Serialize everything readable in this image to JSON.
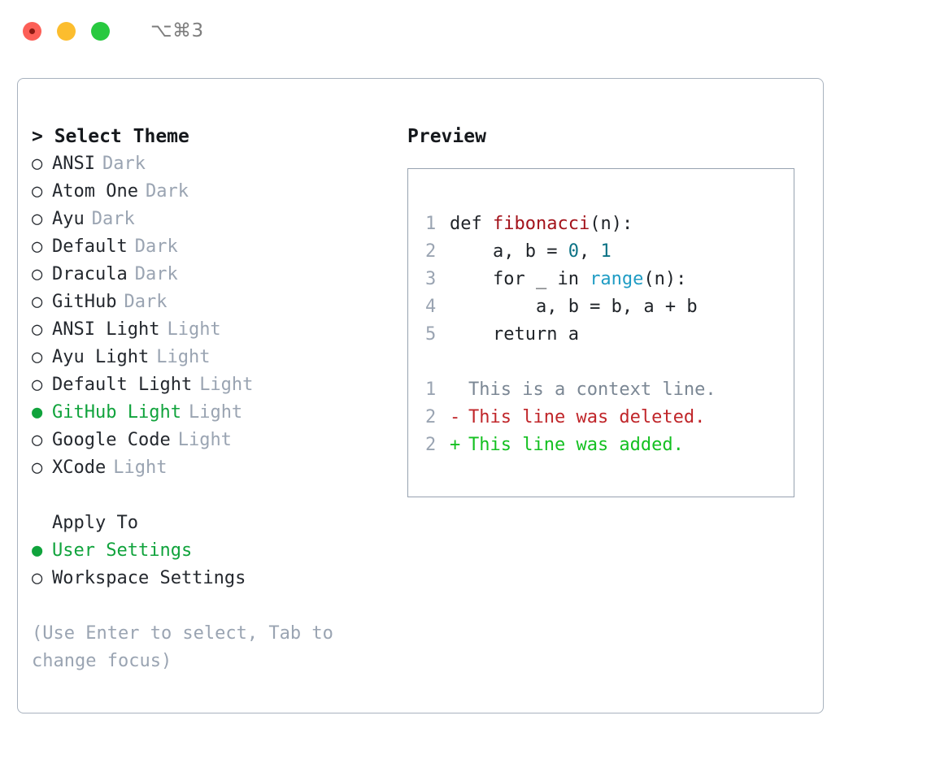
{
  "titlebar": {
    "shortcut": "⌥⌘3",
    "buttons": [
      {
        "name": "close",
        "color": "#fc5f57"
      },
      {
        "name": "minimize",
        "color": "#fcbd2e"
      },
      {
        "name": "maximize",
        "color": "#28c93f"
      }
    ]
  },
  "theme_panel": {
    "header": "> Select Theme",
    "markers": {
      "off": "○",
      "on": "●"
    },
    "items": [
      {
        "name": "ANSI",
        "variant": "Dark",
        "selected": false
      },
      {
        "name": "Atom One",
        "variant": "Dark",
        "selected": false
      },
      {
        "name": "Ayu",
        "variant": "Dark",
        "selected": false
      },
      {
        "name": "Default",
        "variant": "Dark",
        "selected": false
      },
      {
        "name": "Dracula",
        "variant": "Dark",
        "selected": false
      },
      {
        "name": "GitHub",
        "variant": "Dark",
        "selected": false
      },
      {
        "name": "ANSI Light",
        "variant": "Light",
        "selected": false
      },
      {
        "name": "Ayu Light",
        "variant": "Light",
        "selected": false
      },
      {
        "name": "Default Light",
        "variant": "Light",
        "selected": false
      },
      {
        "name": "GitHub Light",
        "variant": "Light",
        "selected": true
      },
      {
        "name": "Google Code",
        "variant": "Light",
        "selected": false
      },
      {
        "name": "XCode",
        "variant": "Light",
        "selected": false
      }
    ],
    "apply_to": {
      "header": "Apply To",
      "options": [
        {
          "label": "User Settings",
          "selected": true
        },
        {
          "label": "Workspace Settings",
          "selected": false
        }
      ]
    },
    "hint": "(Use Enter to select, Tab to change focus)",
    "selected_color": "#10a33c",
    "variant_color": "#9aa4b2"
  },
  "preview": {
    "header": "Preview",
    "code_lines": [
      {
        "num": "1",
        "parts": [
          {
            "text": "def ",
            "style": "plain"
          },
          {
            "text": "fibonacci",
            "style": "fn"
          },
          {
            "text": "(n):",
            "style": "plain"
          }
        ]
      },
      {
        "num": "2",
        "parts": [
          {
            "text": "    a, b = ",
            "style": "plain"
          },
          {
            "text": "0",
            "style": "num"
          },
          {
            "text": ", ",
            "style": "plain"
          },
          {
            "text": "1",
            "style": "num"
          }
        ]
      },
      {
        "num": "3",
        "parts": [
          {
            "text": "    for _ in ",
            "style": "plain"
          },
          {
            "text": "range",
            "style": "bi"
          },
          {
            "text": "(n):",
            "style": "plain"
          }
        ]
      },
      {
        "num": "4",
        "parts": [
          {
            "text": "        a, b = b, a + b",
            "style": "plain"
          }
        ]
      },
      {
        "num": "5",
        "parts": [
          {
            "text": "    return a",
            "style": "plain"
          }
        ]
      }
    ],
    "diff_lines": [
      {
        "num": "1",
        "sign": " ",
        "text": "This is a context line.",
        "kind": "context"
      },
      {
        "num": "2",
        "sign": "-",
        "text": "This line was deleted.",
        "kind": "deleted"
      },
      {
        "num": "2",
        "sign": "+",
        "text": "This line was added.",
        "kind": "added"
      }
    ],
    "colors": {
      "function": "#a3131b",
      "number": "#0b7285",
      "builtin": "#1f9cc4",
      "context": "#7b8794",
      "deleted": "#c0262a",
      "added": "#14c021",
      "line_number": "#9aa4b2"
    }
  }
}
